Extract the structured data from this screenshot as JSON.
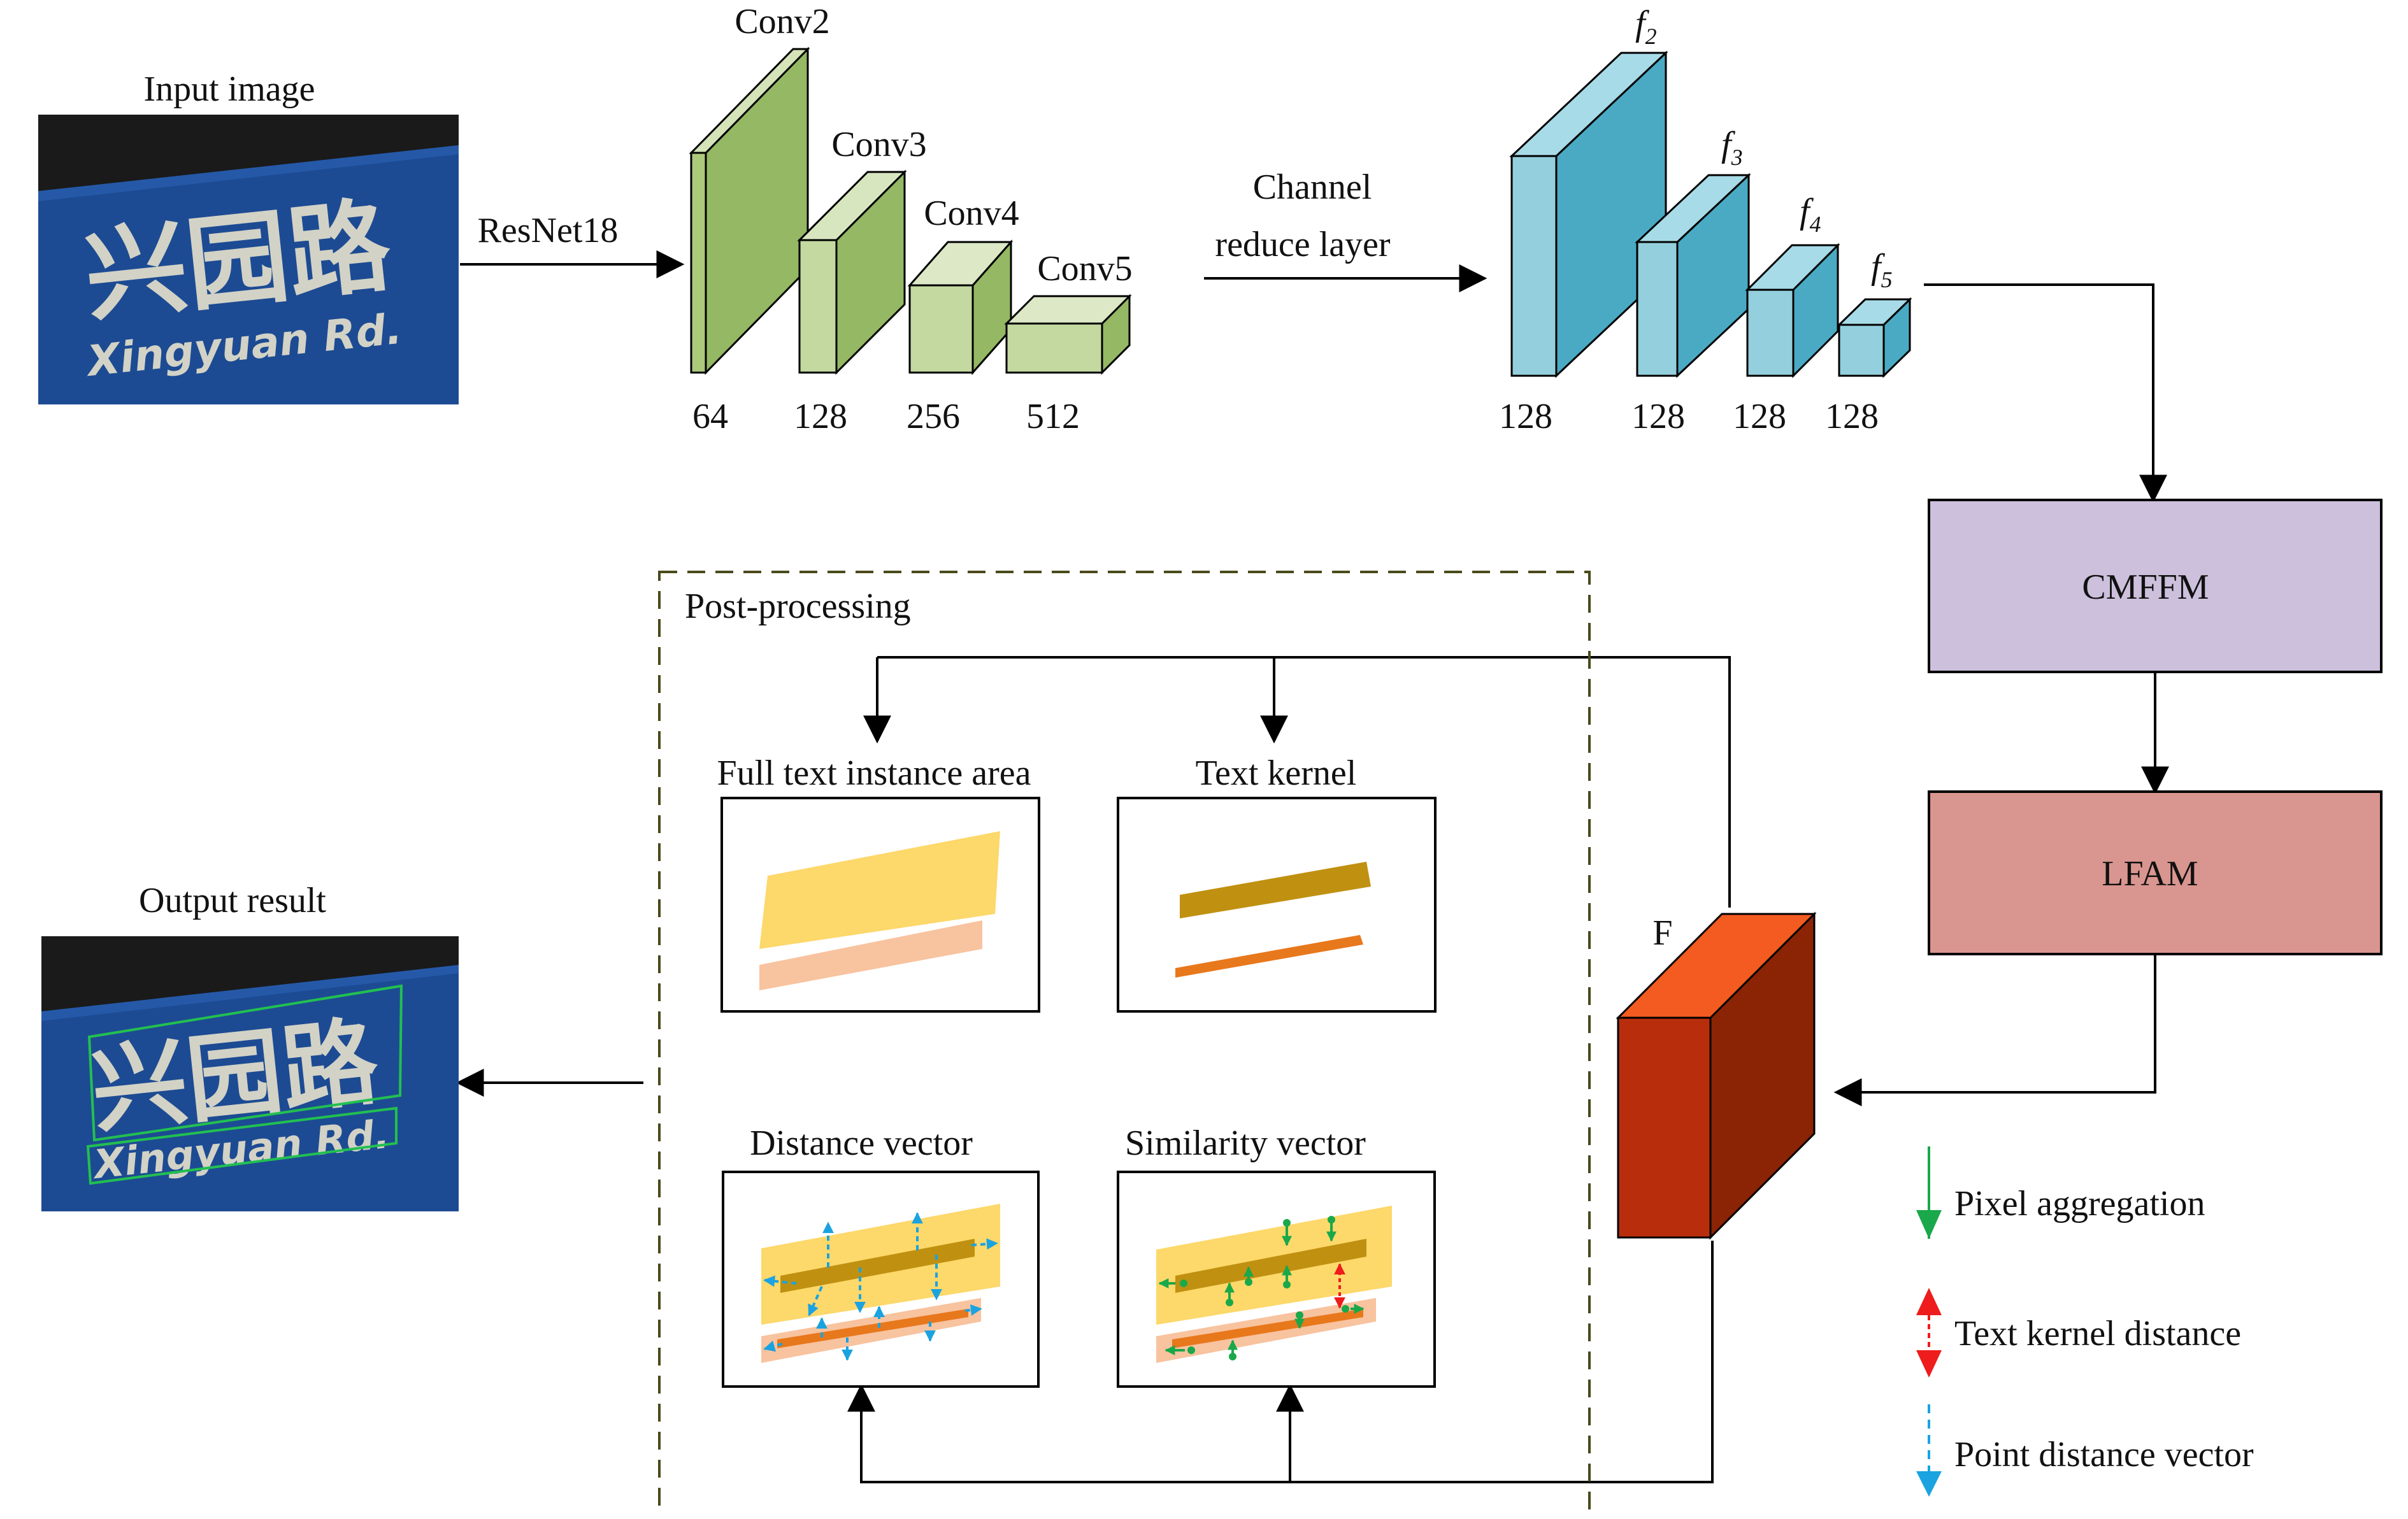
{
  "input": {
    "title": "Input image",
    "sign_cn": "兴园路",
    "sign_en": "Xingyuan Rd."
  },
  "output": {
    "title": "Output result",
    "sign_cn": "兴园路",
    "sign_en": "Xingyuan Rd."
  },
  "backbone": {
    "label": "ResNet18",
    "stages": [
      {
        "name": "Conv2",
        "channels": "64"
      },
      {
        "name": "Conv3",
        "channels": "128"
      },
      {
        "name": "Conv4",
        "channels": "256"
      },
      {
        "name": "Conv5",
        "channels": "512"
      }
    ]
  },
  "reduce": {
    "label_line1": "Channel",
    "label_line2": "reduce layer"
  },
  "features": [
    {
      "base": "f",
      "sub": "2",
      "channels": "128"
    },
    {
      "base": "f",
      "sub": "3",
      "channels": "128"
    },
    {
      "base": "f",
      "sub": "4",
      "channels": "128"
    },
    {
      "base": "f",
      "sub": "5",
      "channels": "128"
    }
  ],
  "modules": {
    "cmffm": "CMFFM",
    "lfam": "LFAM",
    "fused": "F"
  },
  "post": {
    "title": "Post-processing",
    "panels": {
      "full_text": "Full text instance area",
      "text_kernel": "Text kernel",
      "distance": "Distance vector",
      "similarity": "Similarity vector"
    }
  },
  "legend": {
    "pixel": "Pixel aggregation",
    "kernel_dist": "Text kernel distance",
    "point_dist": "Point distance vector"
  },
  "colors": {
    "backbone_front": "#adc97c",
    "feature_front": "#5fb8cf",
    "cmffm": "#ccc0dc",
    "lfam": "#d9958f",
    "fused_front": "#b82e0c",
    "text_area": "#fdd86a",
    "text_area_lower": "#f8c39f",
    "kernel_upper": "#c09010",
    "kernel_lower": "#e8781c",
    "pixel_arrow": "#1aa84a",
    "kernel_arrow": "#ee1c1c",
    "point_arrow": "#1aa3e0"
  }
}
